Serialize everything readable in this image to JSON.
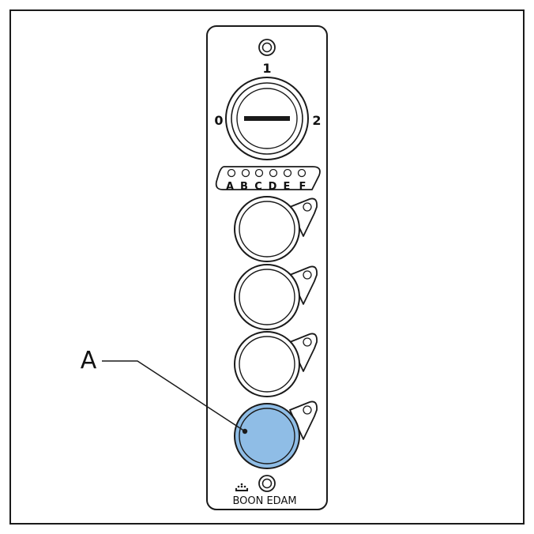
{
  "key_switch": {
    "top_position": "1",
    "left_position": "0",
    "right_position": "2"
  },
  "indicators": {
    "labels": [
      "A",
      "B",
      "C",
      "D",
      "E",
      "F"
    ]
  },
  "buttons": {
    "count": 4,
    "highlighted_index": 3,
    "highlight_color": "#8fbde6"
  },
  "callout": {
    "label": "A"
  },
  "brand": {
    "name": "BOON EDAM"
  },
  "colors": {
    "line": "#1a1a1a",
    "highlight": "#8fbde6"
  }
}
